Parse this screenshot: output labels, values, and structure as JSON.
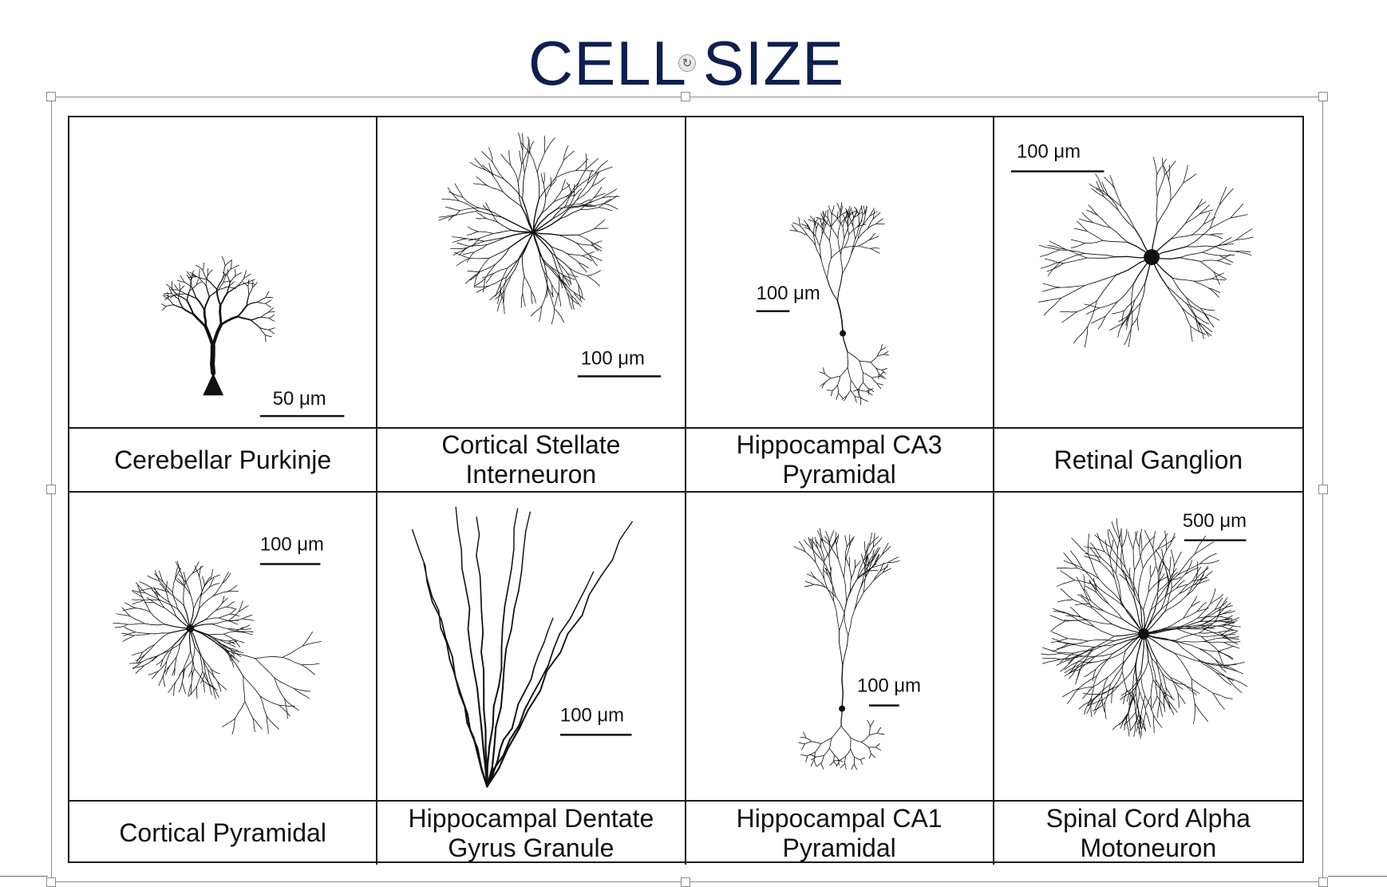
{
  "slide": {
    "title": "CELL SIZE"
  },
  "neurons": [
    {
      "label": "Cerebellar Purkinje",
      "scale_bar": "50 μm"
    },
    {
      "label": "Cortical Stellate\nInterneuron",
      "scale_bar": "100 μm"
    },
    {
      "label": "Hippocampal CA3\nPyramidal",
      "scale_bar": "100 μm"
    },
    {
      "label": "Retinal Ganglion",
      "scale_bar": "100 μm"
    },
    {
      "label": "Cortical Pyramidal",
      "scale_bar": "100 μm"
    },
    {
      "label": "Hippocampal Dentate\nGyrus Granule",
      "scale_bar": "100 μm"
    },
    {
      "label": "Hippocampal CA1\nPyramidal",
      "scale_bar": "100 μm"
    },
    {
      "label": "Spinal Cord Alpha\nMotoneuron",
      "scale_bar": "500 μm"
    }
  ],
  "colors": {
    "title": "#0d1f4f",
    "lines": "#1c1c1c"
  }
}
